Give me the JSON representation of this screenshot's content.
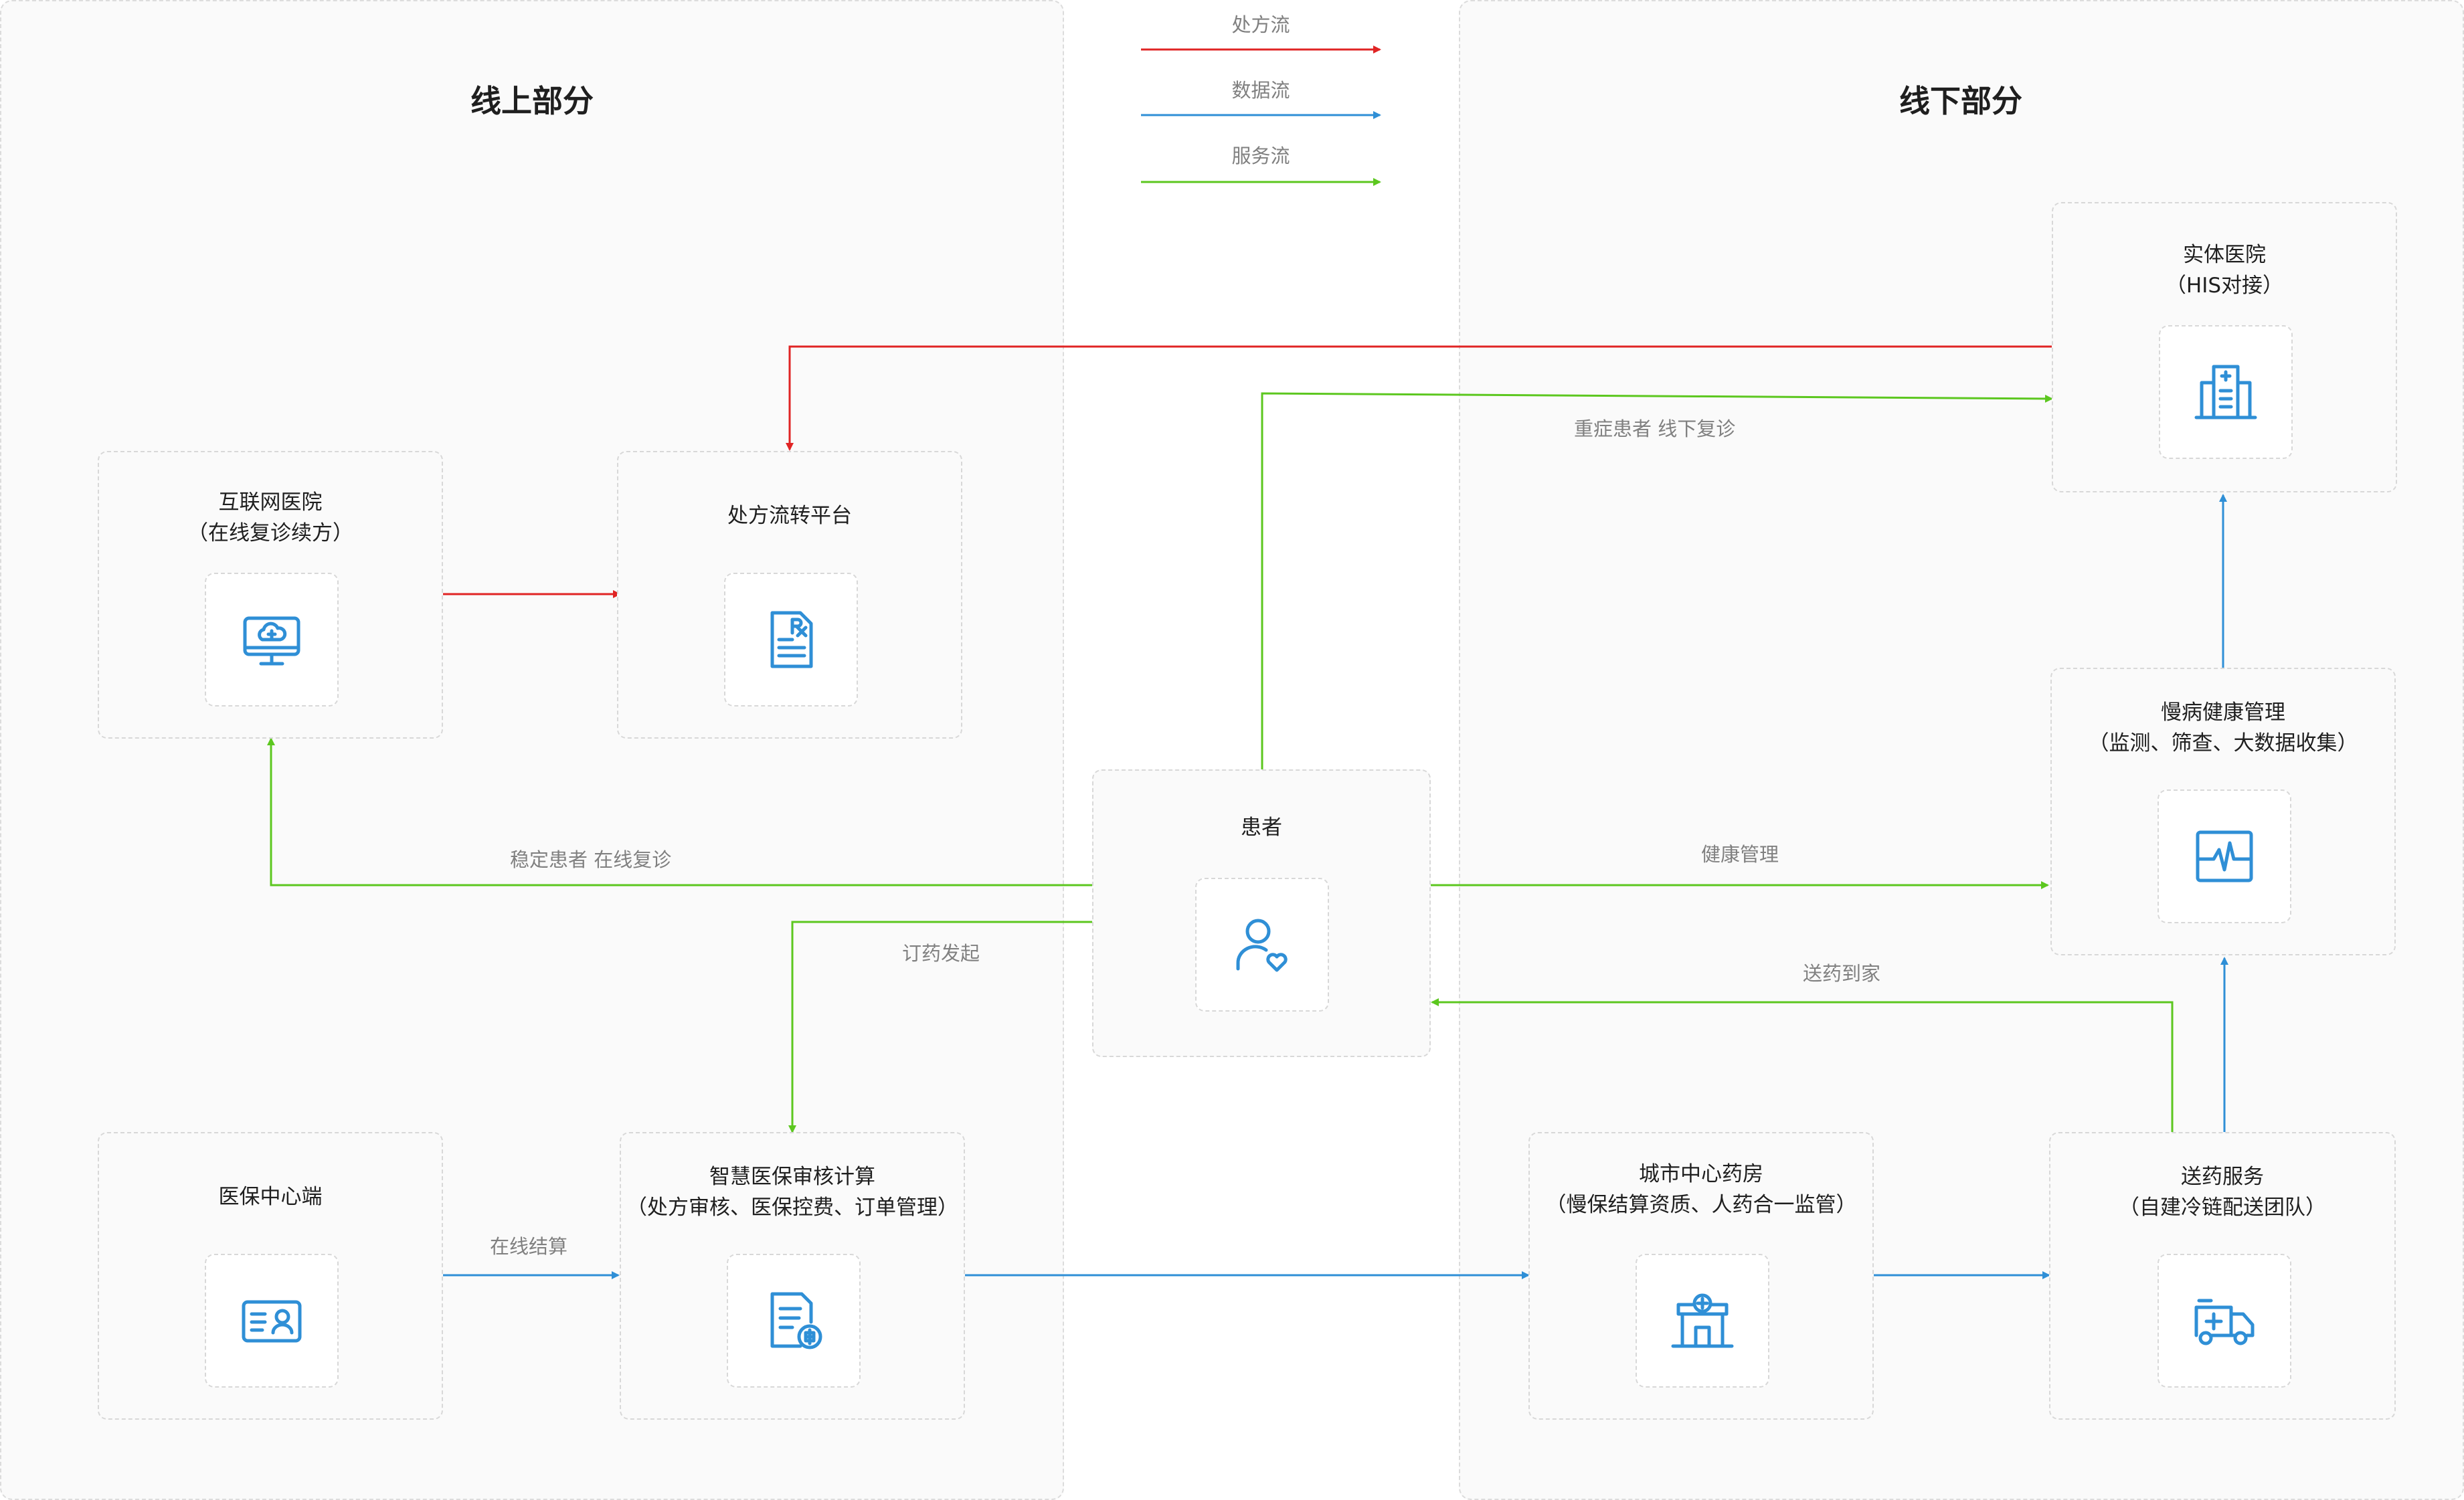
{
  "legend": [
    {
      "label": "处方流",
      "color": "#e02424"
    },
    {
      "label": "数据流",
      "color": "#2f8fd6"
    },
    {
      "label": "服务流",
      "color": "#5cc71f"
    }
  ],
  "regions": {
    "online": "线上部分",
    "offline": "线下部分"
  },
  "nodes": {
    "internet_hospital": {
      "line1": "互联网医院",
      "line2": "（在线复诊续方）",
      "icon": "monitor-cloud-icon"
    },
    "prescription_platform": {
      "line1": "处方流转平台",
      "icon": "prescription-rx-icon"
    },
    "insurance_center": {
      "line1": "医保中心端",
      "icon": "id-card-icon"
    },
    "smart_audit": {
      "line1": "智慧医保审核计算",
      "line2": "（处方审核、医保控费、订单管理）",
      "icon": "audit-document-icon"
    },
    "patient": {
      "line1": "患者",
      "icon": "patient-heart-icon"
    },
    "physical_hospital": {
      "line1": "实体医院",
      "line2": "（HIS对接）",
      "icon": "hospital-building-icon"
    },
    "chronic_management": {
      "line1": "慢病健康管理",
      "line2": "（监测、筛查、大数据收集）",
      "icon": "heart-monitor-icon"
    },
    "city_pharmacy": {
      "line1": "城市中心药房",
      "line2": "（慢保结算资质、人药合一监管）",
      "icon": "pharmacy-store-icon"
    },
    "delivery_service": {
      "line1": "送药服务",
      "line2": "（自建冷链配送团队）",
      "icon": "ambulance-icon"
    }
  },
  "edge_labels": {
    "severe_offline": "重症患者  线下复诊",
    "stable_online": "稳定患者  在线复诊",
    "order_start": "订药发起",
    "health_management": "健康管理",
    "deliver_home": "送药到家",
    "online_settlement": "在线结算"
  }
}
